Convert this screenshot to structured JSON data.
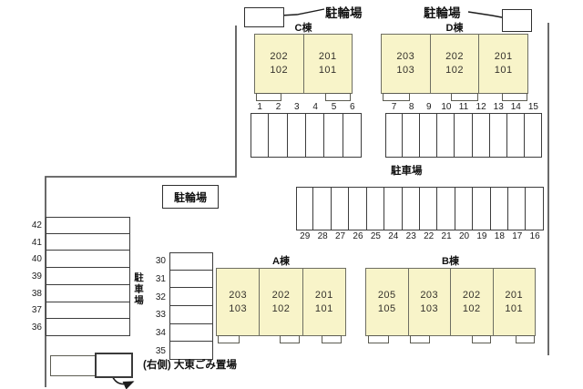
{
  "bike_areas": {
    "top_left_label": "駐輪場",
    "top_right_label": "駐輪場",
    "center_box_label": "駐輪場"
  },
  "parking_labels": {
    "center": "駐車場",
    "left_vertical": "駐車場"
  },
  "buildings": {
    "c": {
      "label": "C棟",
      "units": [
        {
          "upper": "202",
          "lower": "102"
        },
        {
          "upper": "201",
          "lower": "101"
        }
      ]
    },
    "d": {
      "label": "D棟",
      "units": [
        {
          "upper": "203",
          "lower": "103"
        },
        {
          "upper": "202",
          "lower": "102"
        },
        {
          "upper": "201",
          "lower": "101"
        }
      ]
    },
    "a": {
      "label": "A棟",
      "units": [
        {
          "upper": "203",
          "lower": "103"
        },
        {
          "upper": "202",
          "lower": "102"
        },
        {
          "upper": "201",
          "lower": "101"
        }
      ]
    },
    "b": {
      "label": "B棟",
      "units": [
        {
          "upper": "205",
          "lower": "105"
        },
        {
          "upper": "203",
          "lower": "103"
        },
        {
          "upper": "202",
          "lower": "102"
        },
        {
          "upper": "201",
          "lower": "101"
        }
      ]
    }
  },
  "parking": {
    "row_1_6": [
      "1",
      "2",
      "3",
      "4",
      "5",
      "6"
    ],
    "row_7_15": [
      "7",
      "8",
      "9",
      "10",
      "11",
      "12",
      "13",
      "14",
      "15"
    ],
    "row_16_29": [
      "29",
      "28",
      "27",
      "26",
      "25",
      "24",
      "23",
      "22",
      "21",
      "20",
      "19",
      "18",
      "17",
      "16"
    ],
    "col_30_35": [
      "30",
      "31",
      "32",
      "33",
      "34",
      "35"
    ],
    "col_36_42": [
      "42",
      "41",
      "40",
      "39",
      "38",
      "37",
      "36"
    ]
  },
  "garbage": {
    "note": "(右側) 大東ごみ置場"
  },
  "colors": {
    "building_fill": "#f8f4c9",
    "outline": "#6e6e62",
    "stall_line": "#3c3c3c",
    "background": "#ffffff"
  }
}
